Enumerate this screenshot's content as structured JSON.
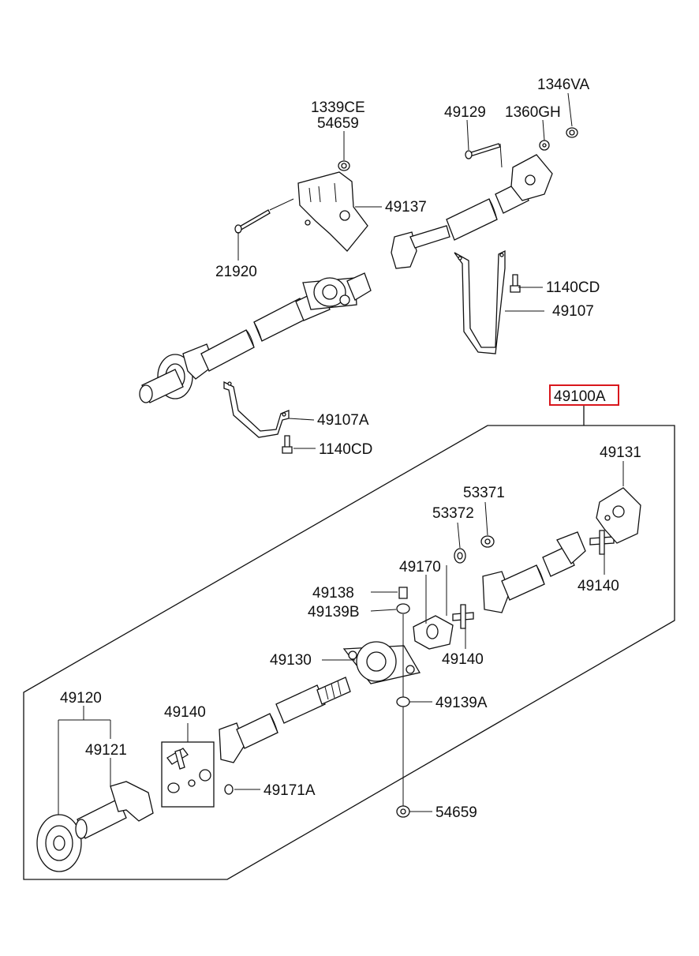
{
  "labels": {
    "l1346VA": "1346VA",
    "l1339CE": "1339CE",
    "l54659_top": "54659",
    "l49129": "49129",
    "l1360GH": "1360GH",
    "l49137": "49137",
    "l21920": "21920",
    "l1140CD_top": "1140CD",
    "l49107": "49107",
    "l49100A": "49100A",
    "l49107A": "49107A",
    "l1140CD_mid": "1140CD",
    "l49131": "49131",
    "l53371": "53371",
    "l53372": "53372",
    "l49170": "49170",
    "l49140_right": "49140",
    "l49138": "49138",
    "l49139B": "49139B",
    "l49130": "49130",
    "l49140_mid": "49140",
    "l49120": "49120",
    "l49139A": "49139A",
    "l49140_left": "49140",
    "l49121": "49121",
    "l49171A": "49171A",
    "l54659_bottom": "54659"
  },
  "highlight_color": "#d9161c"
}
